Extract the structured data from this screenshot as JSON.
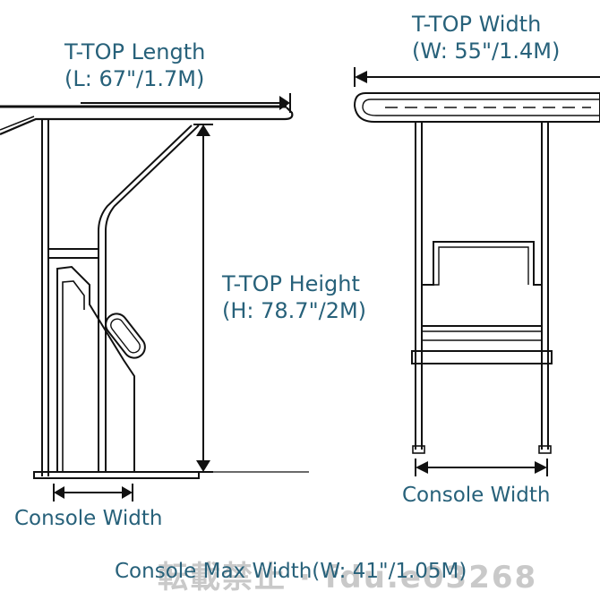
{
  "labels": {
    "length_title": "T-TOP Length",
    "length_value": "(L: 67\"/1.7M)",
    "width_title": "T-TOP Width",
    "width_value": "(W: 55\"/1.4M)",
    "height_title": "T-TOP Height",
    "height_value": "(H: 78.7\"/2M)",
    "console_width_side": "Console Width",
    "console_width_front": "Console Width",
    "console_max_width": "Console Max Width(W: 41\"/1.05M)"
  },
  "watermark": "転載禁止 · fdu.e03268",
  "colors": {
    "label": "#27617a",
    "line": "#111111",
    "watermark": "#c9c9c9"
  }
}
